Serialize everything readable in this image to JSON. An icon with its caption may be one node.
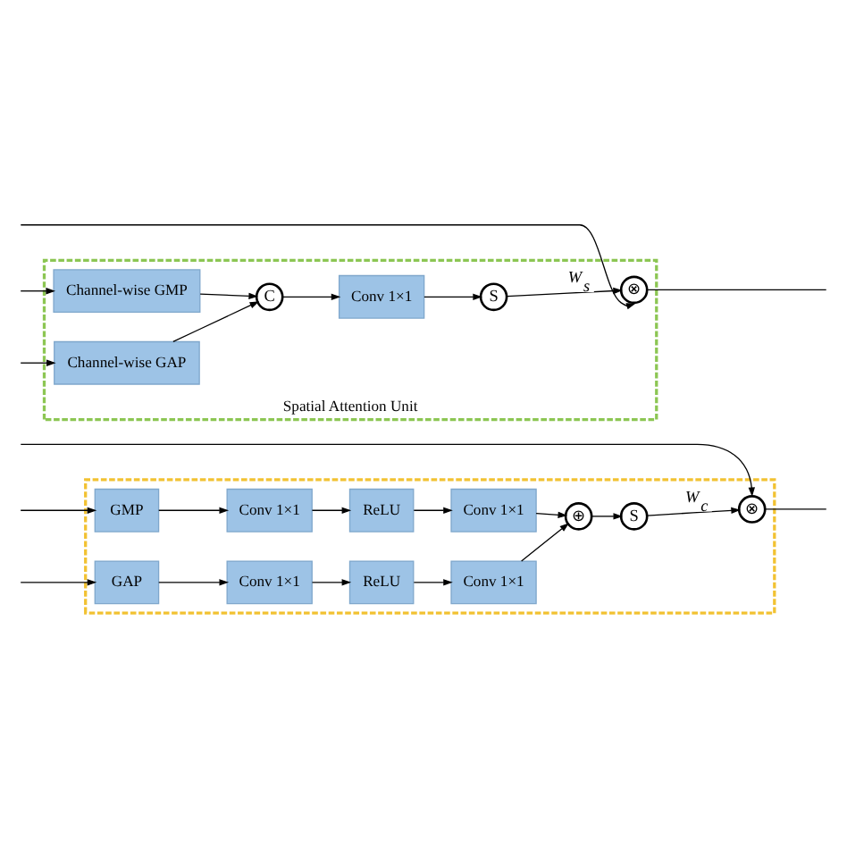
{
  "diagram": {
    "nodes": [
      {
        "text": [],
        "shape": "box"
      },
      {
        "text": [
          "GMP"
        ],
        "in": 0
      },
      {
        "text": [
          "Conv 1×1"
        ],
        "in": 0
      },
      {
        "text": [
          "ReLU"
        ],
        "in": 0
      },
      {
        "text": [
          "Conv 1×1"
        ],
        "in": 0
      },
      {
        "text": [
          "GAP"
        ],
        "in": 0
      },
      {
        "text": [
          "Conv 1×1"
        ],
        "in": 0
      },
      {
        "text": [
          "ReLU"
        ],
        "in": 0
      },
      {
        "text": [
          "Conv 1×1"
        ],
        "in": 0
      },
      {
        "text": [
          "⊕"
        ],
        "in": 0
      },
      {
        "text": [
          "S"
        ],
        "in": 0
      },
      {
        "text": [
          "⊗"
        ],
        "in": 0
      },
      {
        "text": [
          "Spatial Attention Unit"
        ]
      },
      {
        "text": [
          "Channel-wise GMP"
        ],
        "in": 12
      },
      {
        "text": [
          "Channel-wise GAP"
        ],
        "in": 12
      },
      {
        "text": [
          "C"
        ],
        "in": 12
      },
      {
        "text": [
          "Conv 1×1"
        ],
        "in": 12
      },
      {
        "text": [
          "S"
        ],
        "in": 12
      },
      {
        "text": [
          "⊗"
        ],
        "in": 12
      }
    ],
    "edges": [
      {
        "from": null,
        "to": 1,
        "arrow": "to"
      },
      {
        "from": null,
        "to": 5,
        "arrow": "to"
      },
      {
        "from": null,
        "to": 11,
        "arrow": "to"
      },
      {
        "from": 1,
        "to": 2,
        "arrow": "to"
      },
      {
        "from": 2,
        "to": 3,
        "arrow": "to"
      },
      {
        "from": 3,
        "to": 4,
        "arrow": "to"
      },
      {
        "from": 5,
        "to": 6,
        "arrow": "to"
      },
      {
        "from": 6,
        "to": 7,
        "arrow": "to"
      },
      {
        "from": 7,
        "to": 8,
        "arrow": "to"
      },
      {
        "from": 4,
        "to": 9,
        "arrow": "to"
      },
      {
        "from": 8,
        "to": 9,
        "arrow": "to"
      },
      {
        "from": 9,
        "to": 10,
        "arrow": "to"
      },
      {
        "from": 10,
        "to": 11,
        "label": "W$_{c}$",
        "arrow": "to"
      },
      {
        "from": 11,
        "to": null,
        "arrow": "none"
      },
      {
        "from": null,
        "to": 13,
        "arrow": "to"
      },
      {
        "from": null,
        "to": 14,
        "arrow": "to"
      },
      {
        "from": null,
        "to": 18,
        "arrow": "to"
      },
      {
        "from": 13,
        "to": 15,
        "arrow": "to"
      },
      {
        "from": 14,
        "to": 15,
        "arrow": "to"
      },
      {
        "from": 15,
        "to": 16,
        "arrow": "to"
      },
      {
        "from": 16,
        "to": 17,
        "arrow": "to"
      },
      {
        "from": 17,
        "to": 18,
        "label": "W$_{s}$",
        "arrow": "to"
      },
      {
        "from": 18,
        "to": null,
        "arrow": "none"
      }
    ]
  }
}
